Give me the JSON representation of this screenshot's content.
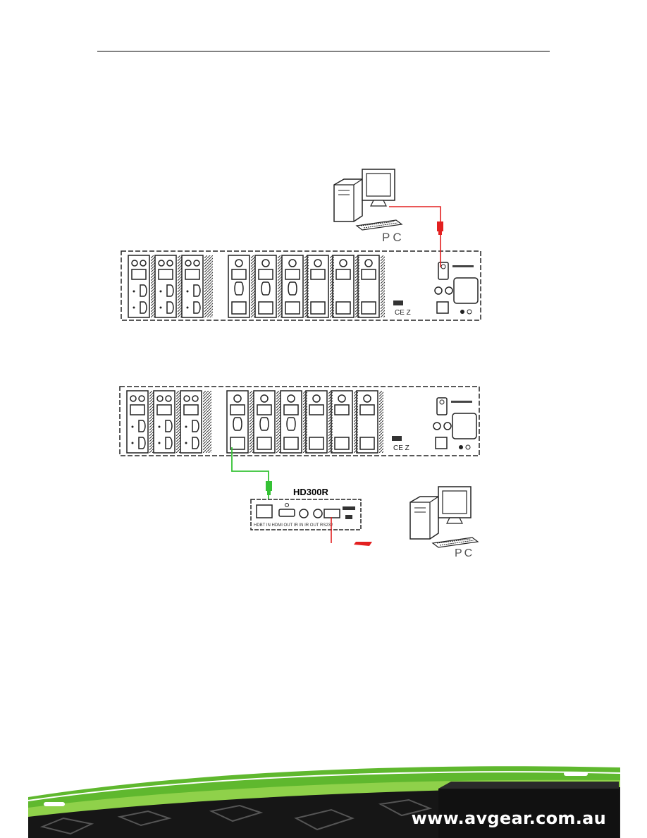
{
  "diagram1": {
    "pc_label": "PC"
  },
  "diagram2": {
    "receiver_label": "HD300R",
    "pc_label": "PC"
  },
  "footer": {
    "url": "www.avgear.com.au"
  },
  "colors": {
    "rs232_cable": "#e32020",
    "hdbaset_cable": "#35c235",
    "footer_green": "#5fb82e",
    "footer_dark": "#161616"
  }
}
